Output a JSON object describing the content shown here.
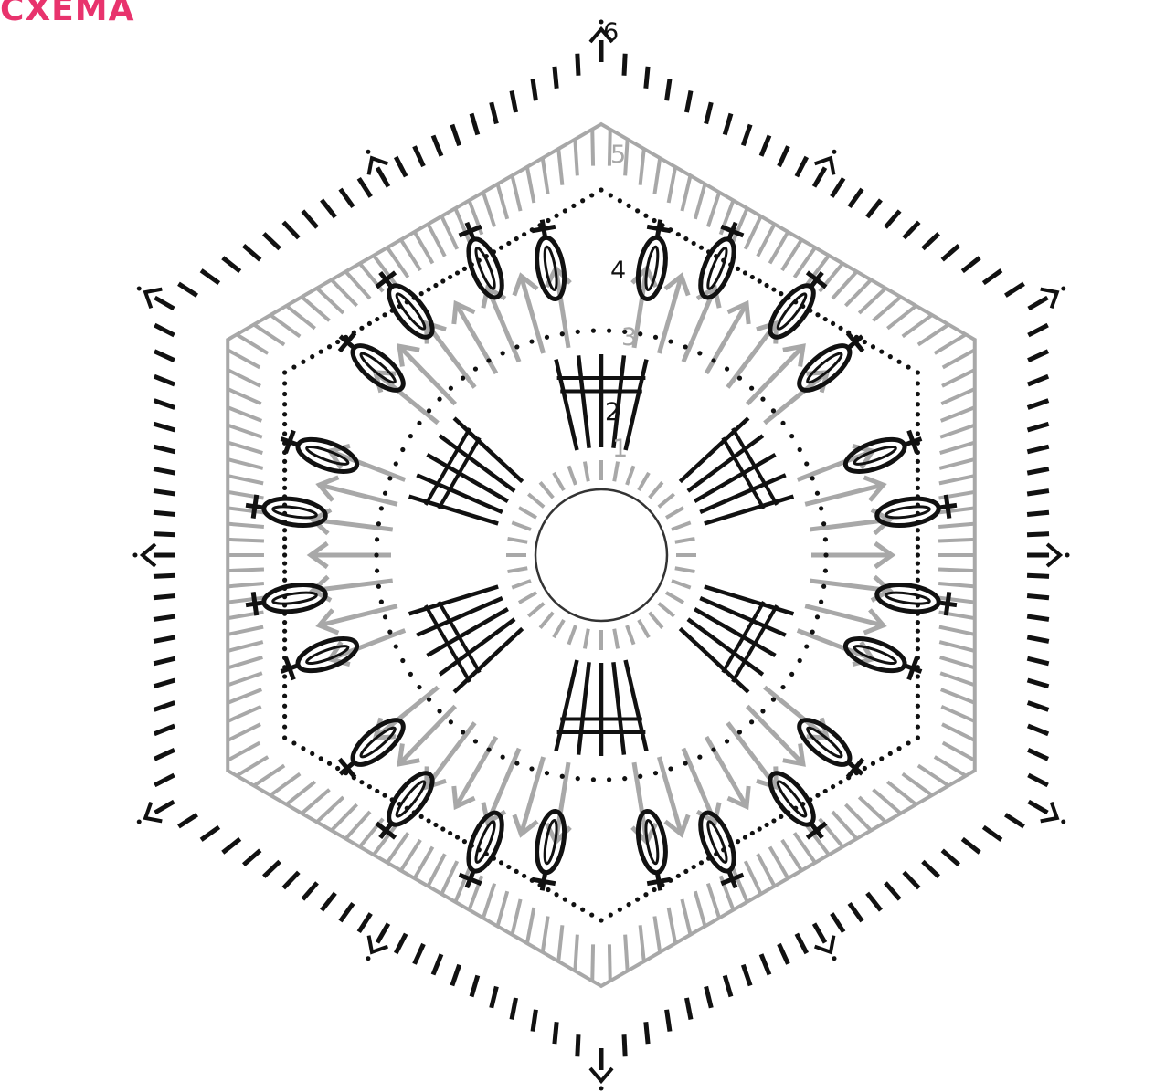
{
  "title": "СХЕМА",
  "colors": {
    "title": "#e8336d",
    "dark_rows": "#111111",
    "light_rows": "#a8a8a8"
  },
  "diagram": {
    "type": "crochet-chart",
    "shape": "hexagon",
    "center": "magic-ring",
    "symmetry": 6,
    "rows": [
      {
        "label": "1",
        "color": "light"
      },
      {
        "label": "2",
        "color": "dark"
      },
      {
        "label": "3",
        "color": "light"
      },
      {
        "label": "4",
        "color": "dark"
      },
      {
        "label": "5",
        "color": "light"
      },
      {
        "label": "6",
        "color": "dark"
      }
    ]
  }
}
